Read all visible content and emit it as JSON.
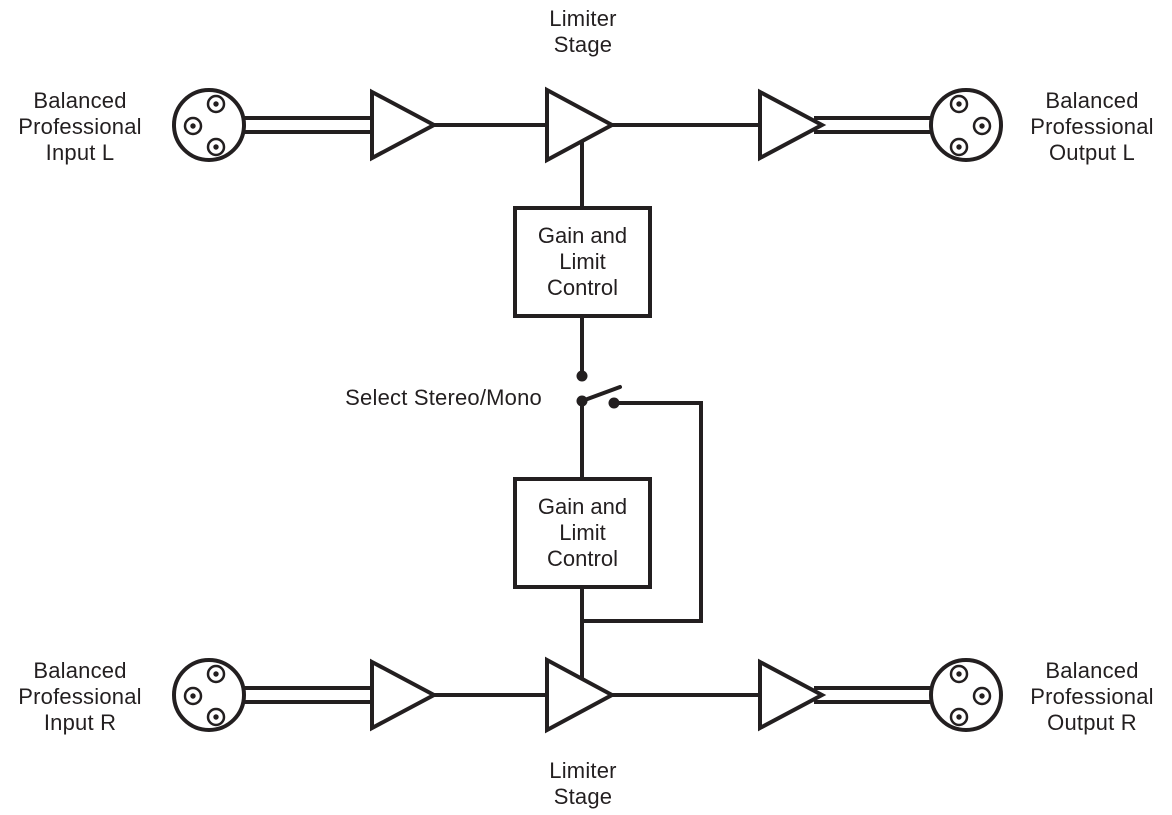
{
  "diagram": {
    "colors": {
      "line": "#231f20",
      "background": "#ffffff"
    },
    "labels": {
      "limiter_stage_top": "Limiter\nStage",
      "limiter_stage_bottom": "Limiter\nStage",
      "input_l": "Balanced\nProfessional\nInput L",
      "input_r": "Balanced\nProfessional\nInput R",
      "output_l": "Balanced\nProfessional\nOutput L",
      "output_r": "Balanced\nProfessional\nOutput R",
      "gain_limit_top": "Gain and\nLimit\nControl",
      "gain_limit_bottom": "Gain and\nLimit\nControl",
      "select_switch": "Select Stereo/Mono"
    },
    "icons": {
      "xlr_input_l": "xlr-connector-icon",
      "xlr_output_l": "xlr-connector-icon",
      "xlr_input_r": "xlr-connector-icon",
      "xlr_output_r": "xlr-connector-icon",
      "amplifier": "amplifier-triangle-icon",
      "switch": "spdt-switch-icon"
    }
  }
}
